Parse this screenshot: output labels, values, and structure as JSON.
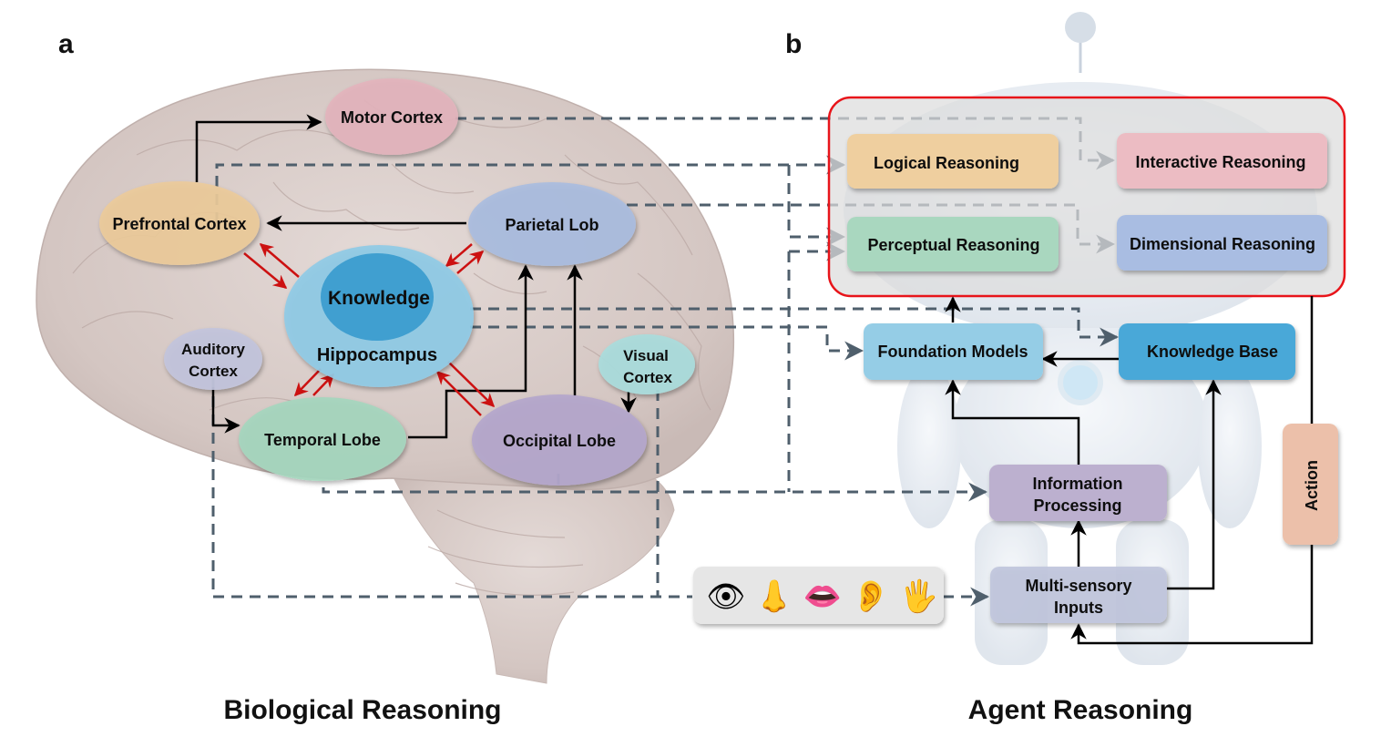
{
  "panels": {
    "a": {
      "letter": "a",
      "caption": "Biological Reasoning"
    },
    "b": {
      "letter": "b",
      "caption": "Agent Reasoning"
    }
  },
  "brain_regions": {
    "motor_cortex": {
      "label": "Motor Cortex",
      "color": "#e3b4bd"
    },
    "prefrontal_cortex": {
      "label": "Prefrontal Cortex",
      "color": "#eccb9a"
    },
    "parietal_lob": {
      "label": "Parietal Lob",
      "color": "#a8bde0"
    },
    "knowledge": {
      "label": "Knowledge",
      "color": "#3f9fd0"
    },
    "hippocampus": {
      "label": "Hippocampus",
      "color": "#8fcbe6"
    },
    "auditory_cortex": {
      "label_line1": "Auditory",
      "label_line2": "Cortex",
      "color": "#c2c4dc"
    },
    "visual_cortex": {
      "label_line1": "Visual",
      "label_line2": "Cortex",
      "color": "#a9dcdc"
    },
    "temporal_lobe": {
      "label": "Temporal Lobe",
      "color": "#a5d6be"
    },
    "occipital_lobe": {
      "label": "Occipital Lobe",
      "color": "#b4a6cc"
    }
  },
  "agent_modules": {
    "logical_reasoning": {
      "label": "Logical Reasoning",
      "color": "#efcf9f"
    },
    "interactive_reasoning": {
      "label": "Interactive Reasoning",
      "color": "#ecbcc3"
    },
    "perceptual_reasoning": {
      "label": "Perceptual Reasoning",
      "color": "#a9d7bf"
    },
    "dimensional_reasoning": {
      "label": "Dimensional Reasoning",
      "color": "#a9bde2"
    },
    "foundation_models": {
      "label": "Foundation Models",
      "color": "#95cde6"
    },
    "knowledge_base": {
      "label": "Knowledge Base",
      "color": "#4aa8d8"
    },
    "information_processing": {
      "label_line1": "Information",
      "label_line2": "Processing",
      "color": "#bcb0cf"
    },
    "multisensory_inputs": {
      "label_line1": "Multi-sensory",
      "label_line2": "Inputs",
      "color": "#c0c6dc"
    },
    "action": {
      "label": "Action",
      "color": "#ecc0aa"
    }
  },
  "senses": [
    {
      "name": "eye",
      "glyph": "👁"
    },
    {
      "name": "nose",
      "glyph": "👃"
    },
    {
      "name": "mouth",
      "glyph": "👄"
    },
    {
      "name": "ear",
      "glyph": "👂"
    },
    {
      "name": "hand",
      "glyph": "🖐"
    }
  ],
  "colors": {
    "reasoning_frame": "#e8141a",
    "dashed_link": "#4f5f6c",
    "solid_link": "#000000",
    "bidirectional_link": "#cc1111",
    "brain_tissue": "#d9cdca"
  }
}
